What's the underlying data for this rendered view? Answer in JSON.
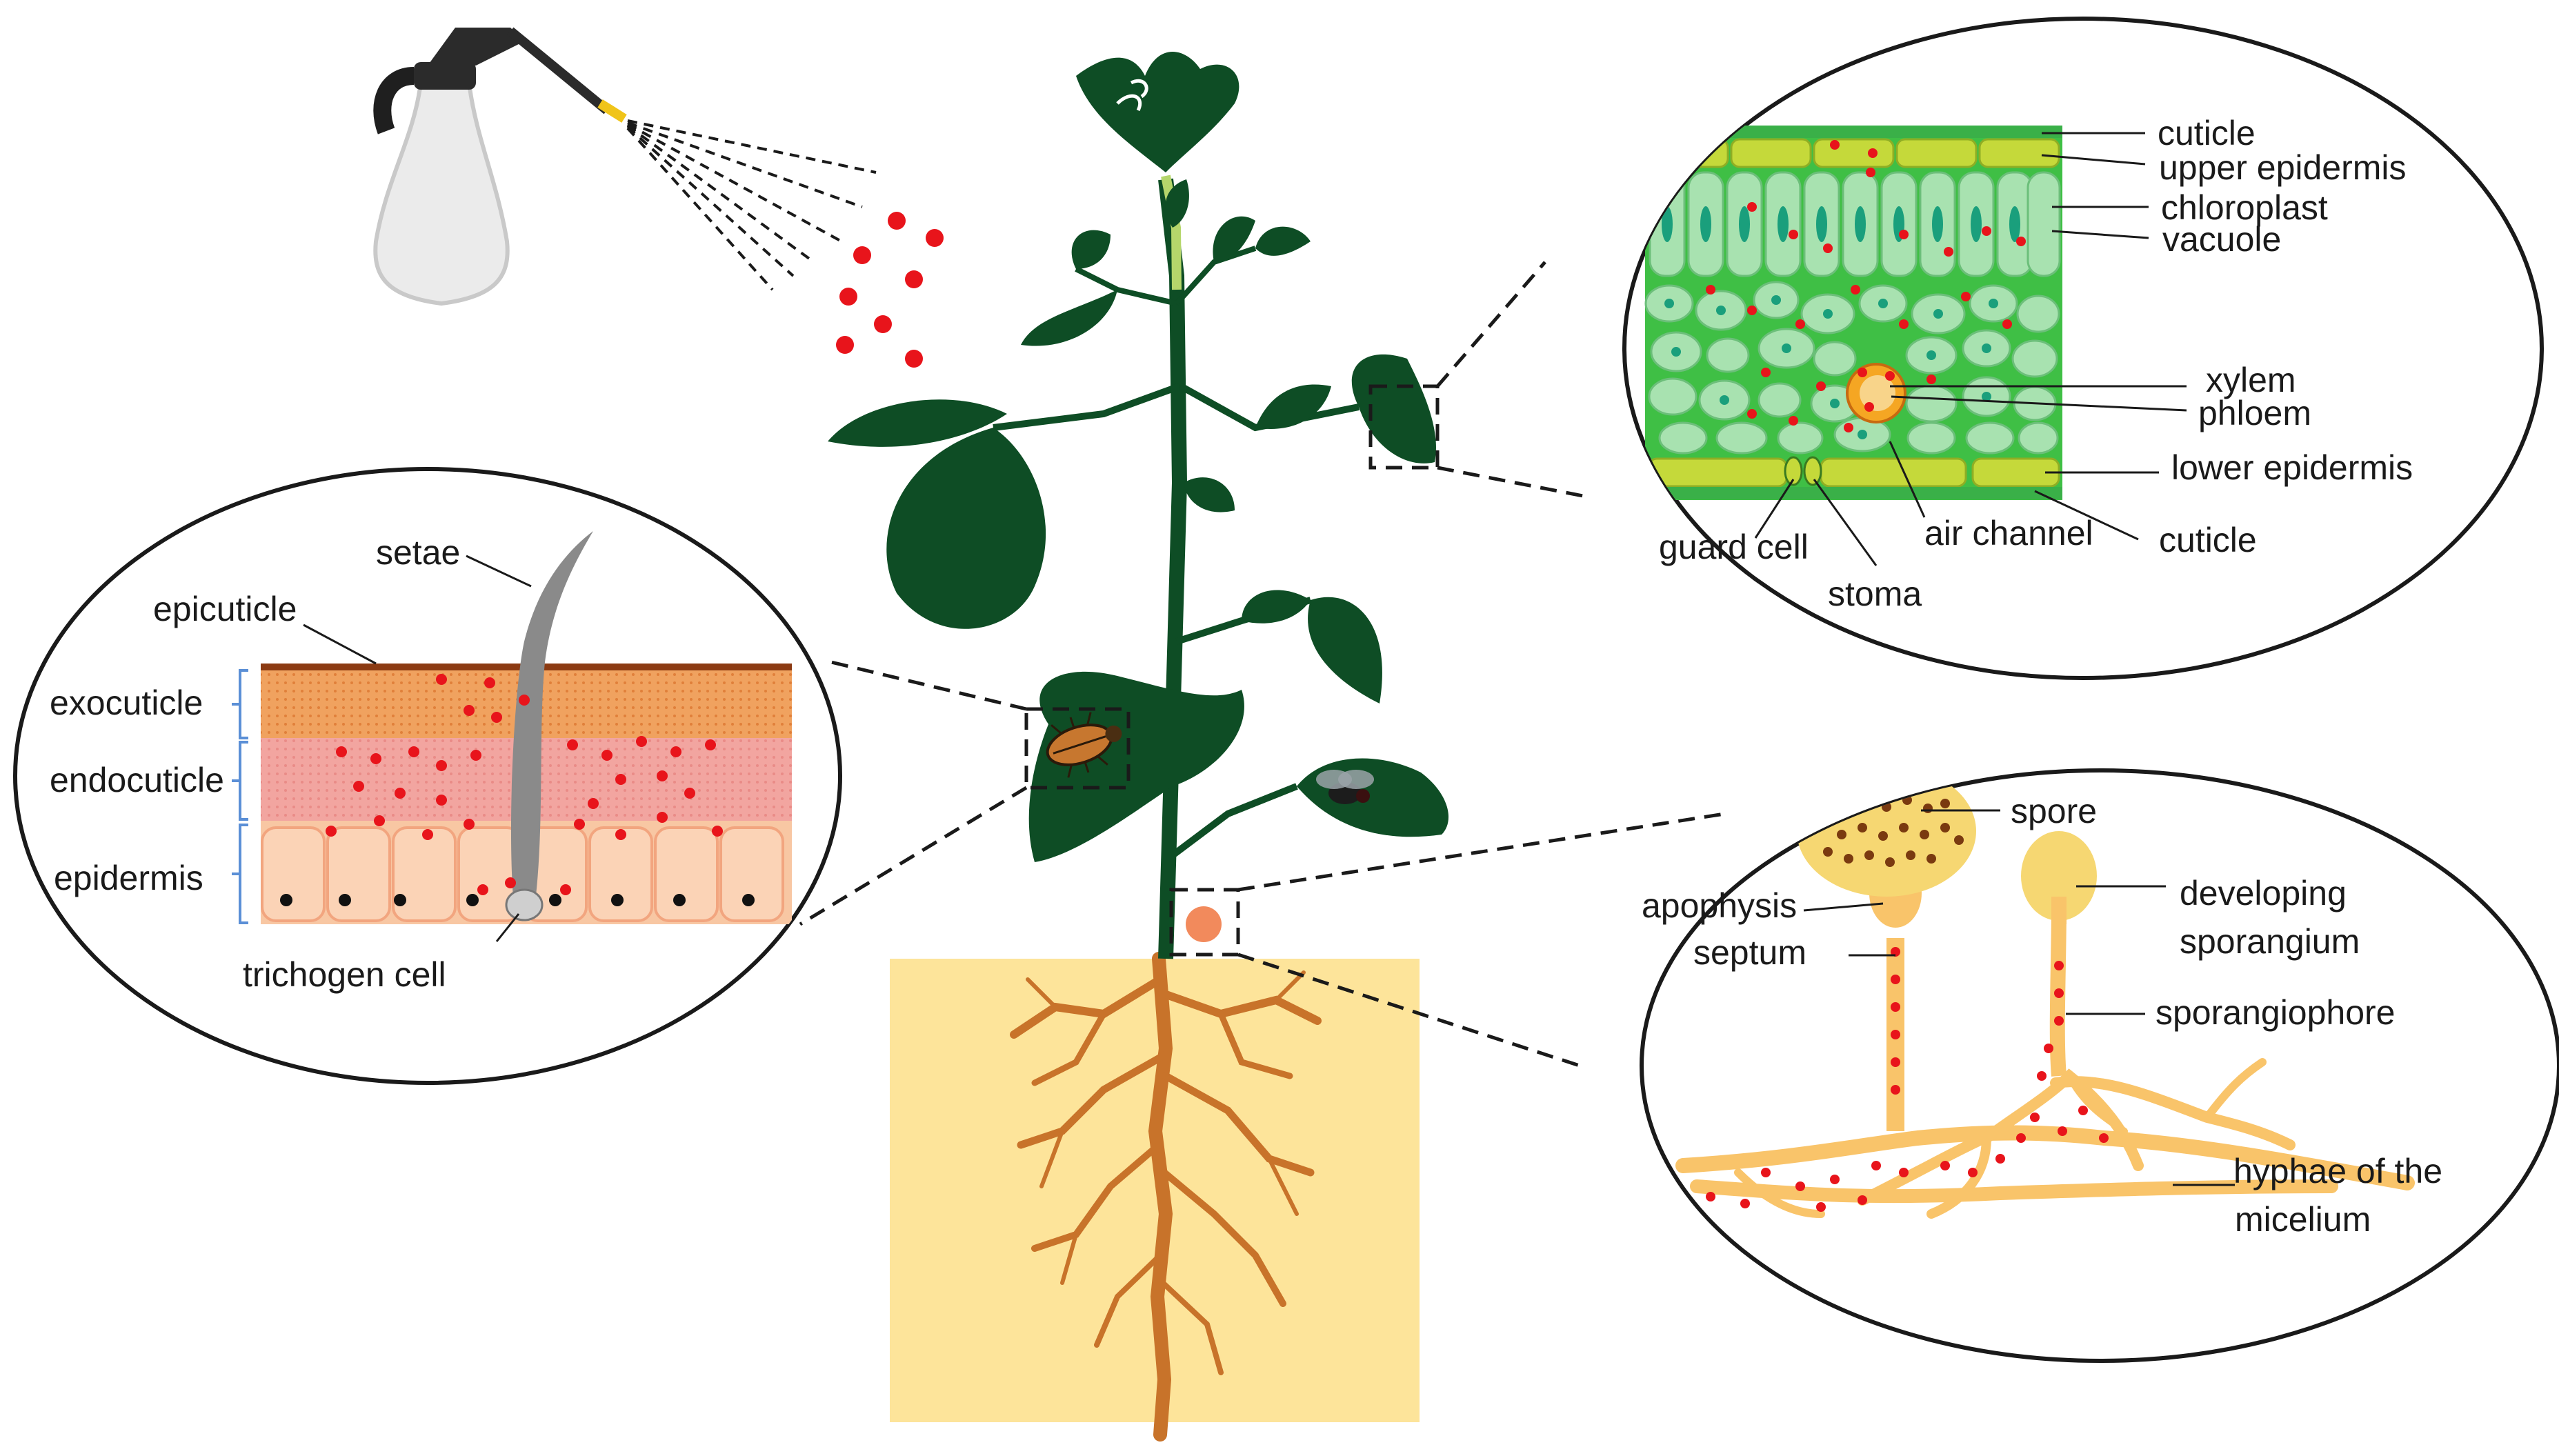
{
  "colors": {
    "plant": "#0e4d25",
    "stem_light": "#b5d66b",
    "soil": "#fde49a",
    "root": "#c8732a",
    "droplet": "#e8141b",
    "leaf_section_bg": "#3fbf45",
    "epidermis": "#c5d93a",
    "cell": "#a8e2b0",
    "chloroplast": "#1a9f7c",
    "fungus": "#f9c46a",
    "spore_head": "#f6d772",
    "cuticle_exo": "#f0a25f",
    "cuticle_endo": "#ef9a9a",
    "epidermis_insect": "#f8c7a3",
    "setae": "#8a8a8a"
  },
  "icons": {
    "sprayer": "spray-bottle-icon",
    "beetle": "beetle-icon",
    "fly": "fly-icon",
    "flower": "flower-icon"
  },
  "insect_panel": {
    "setae": "setae",
    "epicuticle": "epicuticle",
    "exocuticle": "exocuticle",
    "endocuticle": "endocuticle",
    "epidermis": "epidermis",
    "trichogen_cell": "trichogen cell"
  },
  "leaf_panel": {
    "cuticle_top": "cuticle",
    "upper_epidermis": "upper epidermis",
    "chloroplast": "chloroplast",
    "vacuole": "vacuole",
    "xylem": "xylem",
    "phloem": "phloem",
    "lower_epidermis": "lower epidermis",
    "cuticle_bottom": "cuticle",
    "guard_cell": "guard cell",
    "air_channel": "air channel",
    "stoma": "stoma"
  },
  "fungus_panel": {
    "spore": "spore",
    "apophysis": "apophysis",
    "septum": "septum",
    "developing_line1": "developing",
    "developing_line2": "sporangium",
    "sporangiophore": "sporangiophore",
    "hyphae_line1": "hyphae of the",
    "hyphae_line2": "micelium"
  }
}
